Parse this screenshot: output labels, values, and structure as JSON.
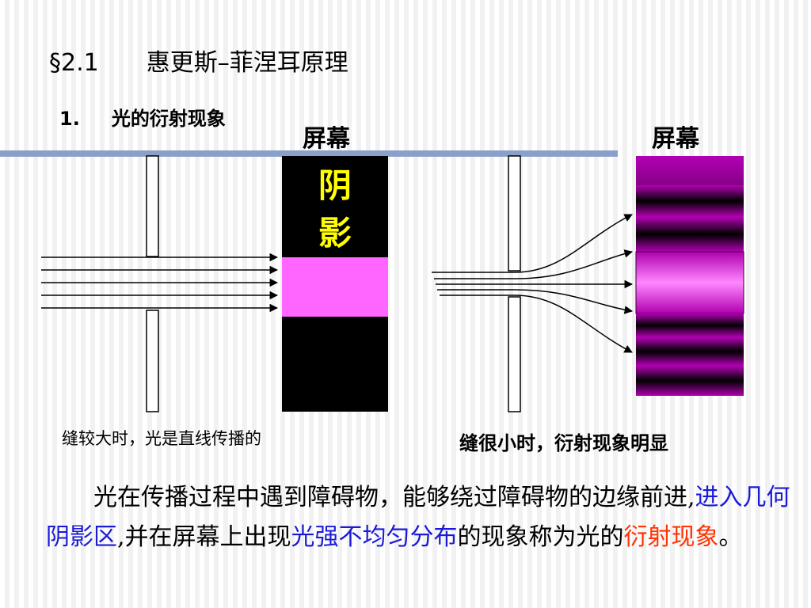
{
  "header": {
    "section_number": "§2.1",
    "section_title": "惠更斯–菲涅耳原理",
    "sub_number": "1.",
    "sub_title": "光的衍射现象"
  },
  "diagram": {
    "screen_label_left": "屏幕",
    "screen_label_right": "屏幕",
    "shadow_char_1": "阴",
    "shadow_char_2": "影",
    "caption_left": "缝较大时，光是直线传播的",
    "caption_right": "缝很小时，衍射现象明显"
  },
  "paragraph": {
    "part1": "光在传播过程中遇到障碍物，能够绕过障碍物的边缘前进,",
    "highlight1": "进入几何阴影区",
    "part2": ",并在屏幕上出现",
    "highlight2": "光强不均匀分布",
    "part3": "的现象称为光的",
    "highlight3": "衍射现象",
    "part4": "。"
  },
  "colors": {
    "accent_blue": "#1a1ad6",
    "accent_red": "#ff3300",
    "bright_band": "#ff66ff",
    "shadow_text": "#ffff00",
    "divider": "#8aa0c8"
  }
}
